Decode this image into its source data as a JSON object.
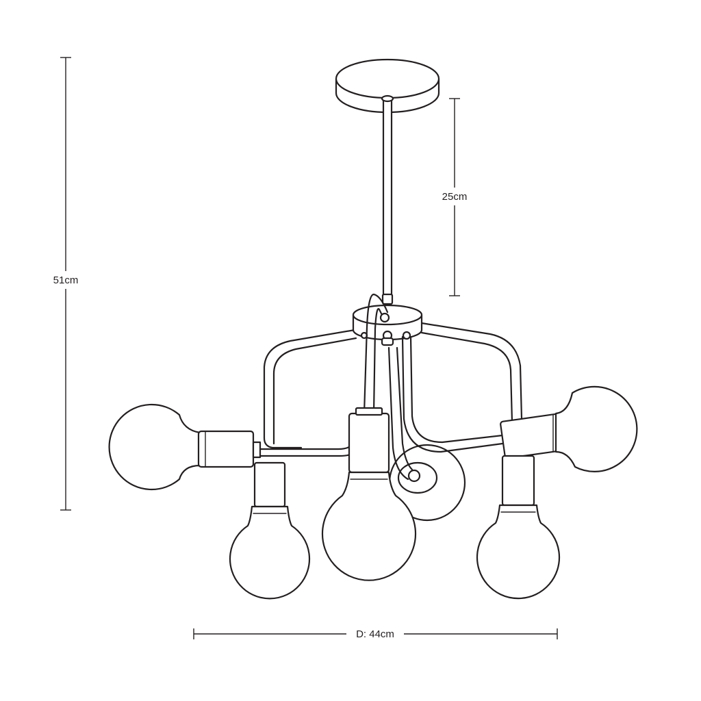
{
  "dimensions": {
    "total_height": "51cm",
    "rod_length": "25cm",
    "diameter": "D: 44cm"
  },
  "colors": {
    "line": "#231f20",
    "background": "#ffffff"
  }
}
